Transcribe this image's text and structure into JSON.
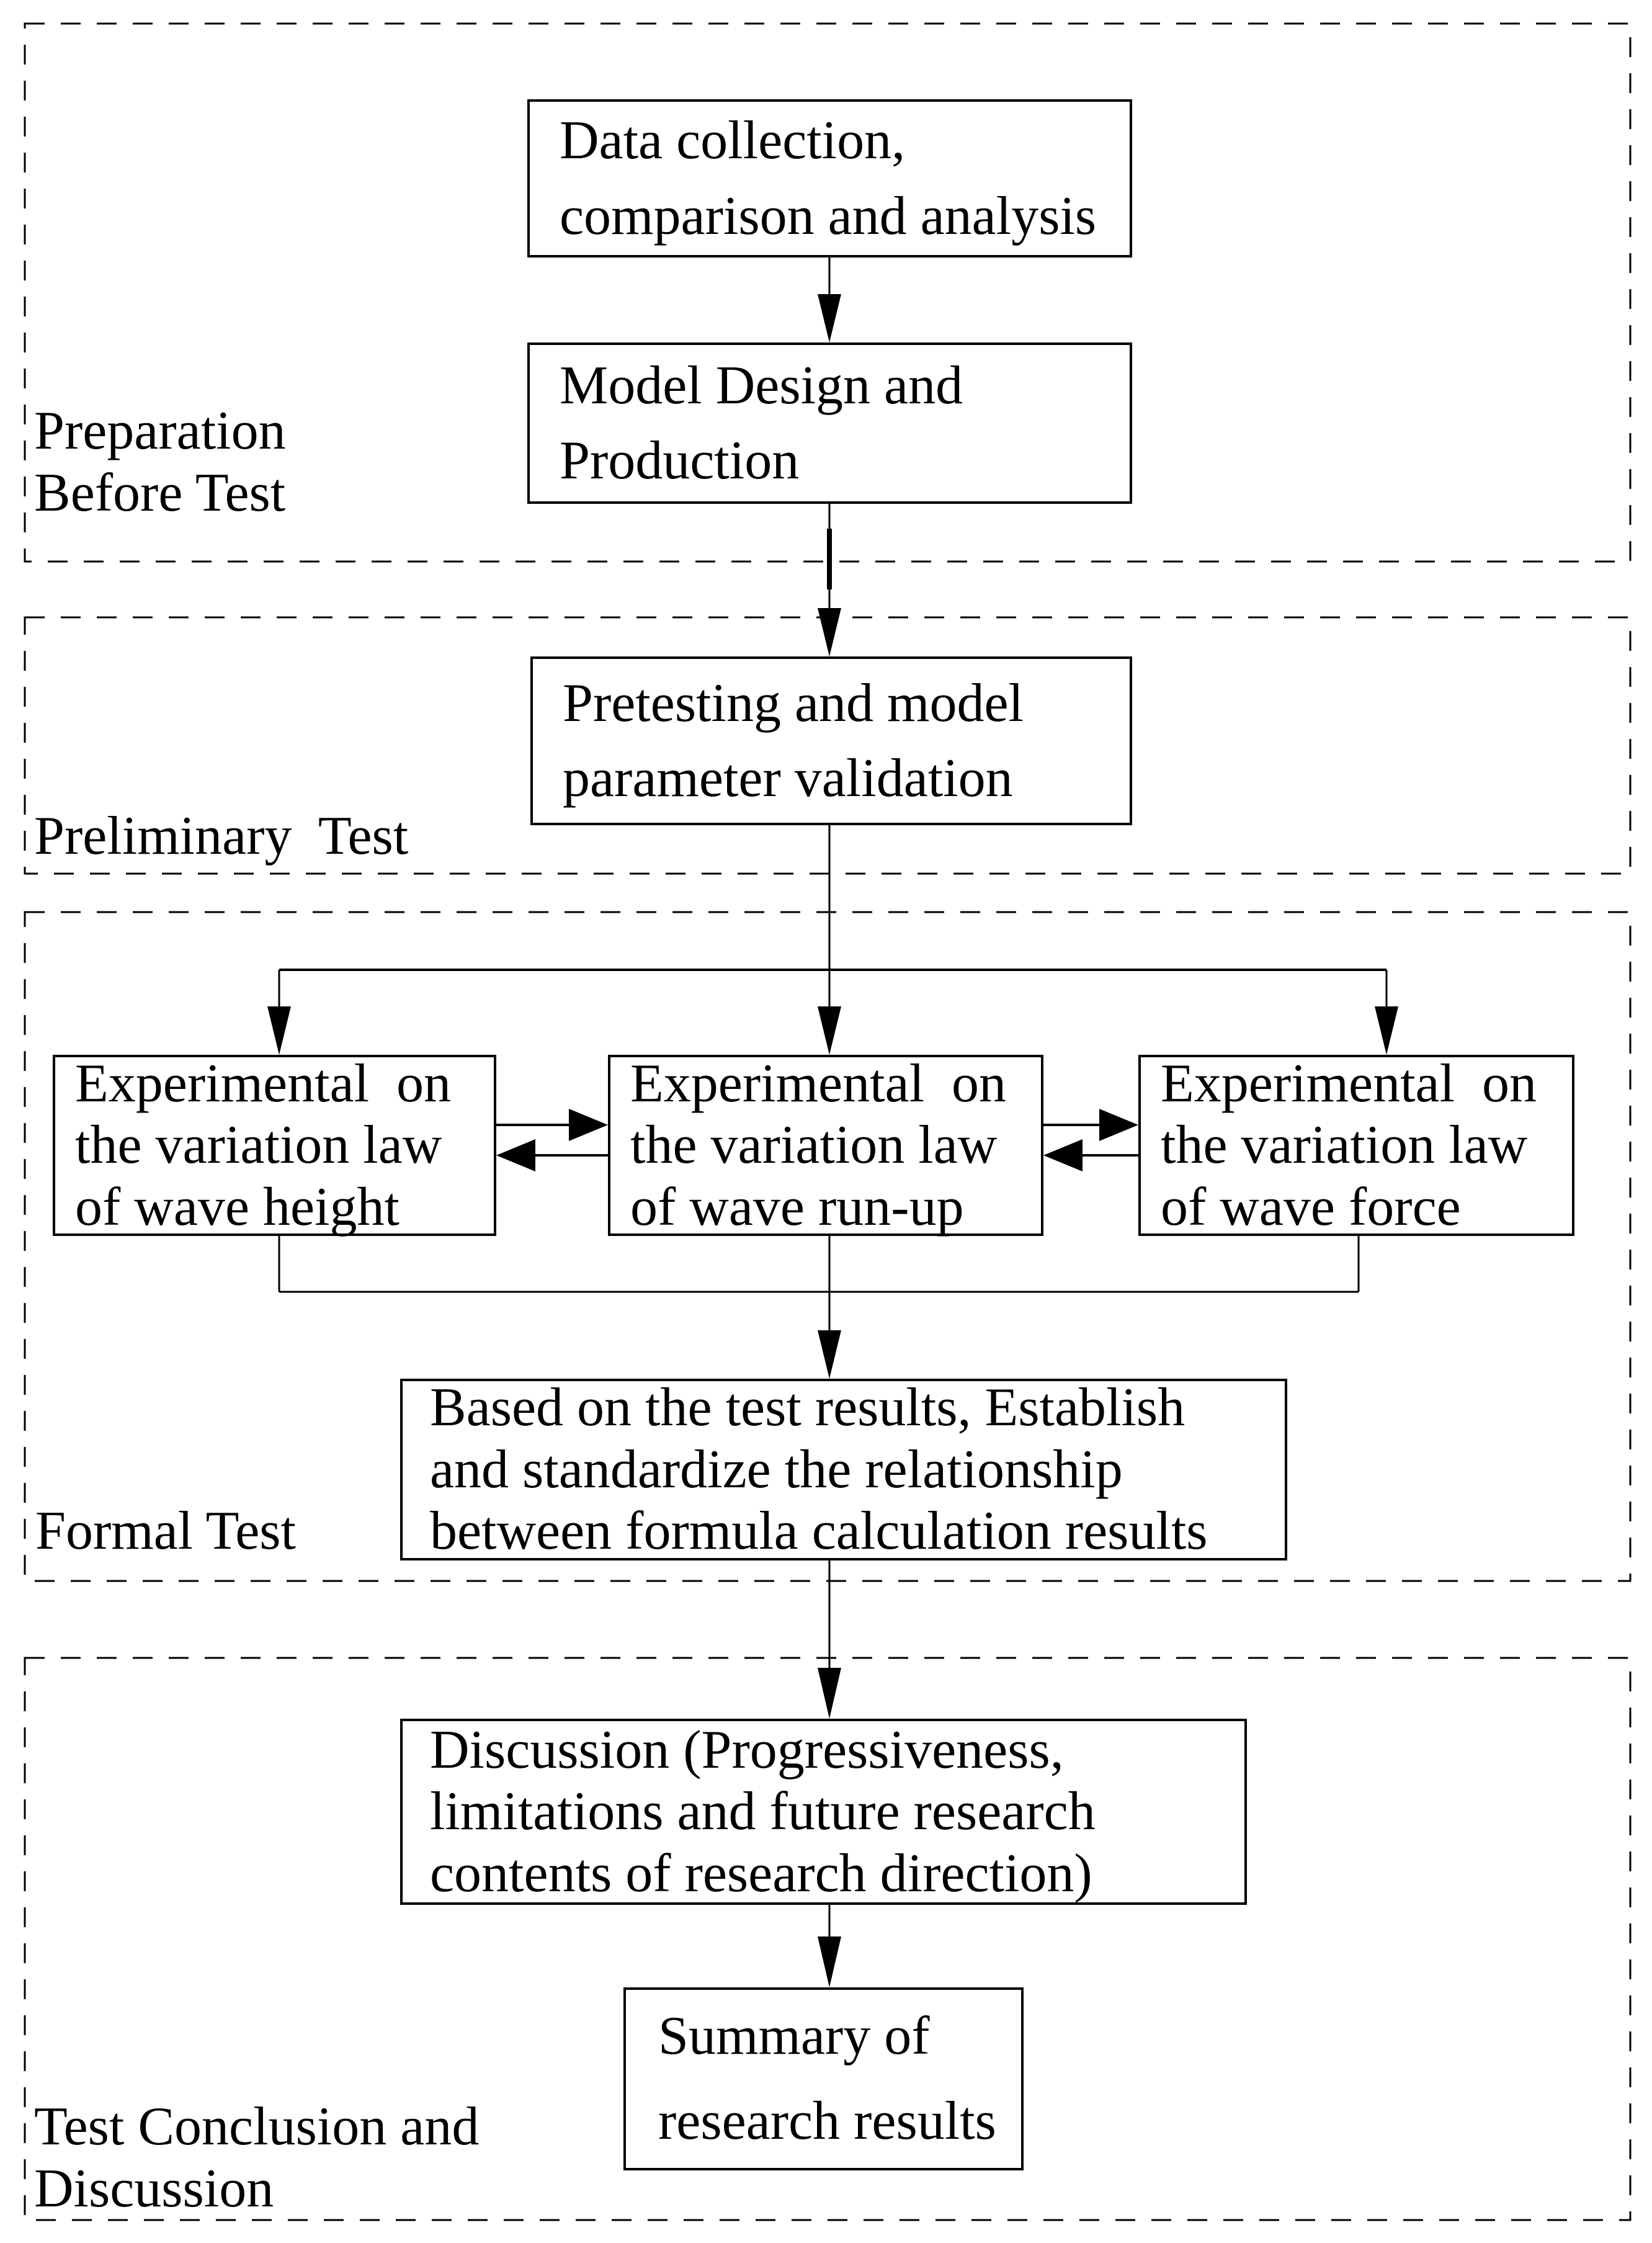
{
  "sections": [
    {
      "id": "preparation",
      "label": "Preparation\nBefore Test"
    },
    {
      "id": "preliminary",
      "label": "Preliminary  Test"
    },
    {
      "id": "formal",
      "label": "Formal Test"
    },
    {
      "id": "conclusion",
      "label": "Test Conclusion and\nDiscussion"
    }
  ],
  "nodes": {
    "data_collection": {
      "label": "Data collection,\ncomparison and analysis"
    },
    "model_design": {
      "label": "Model Design and\nProduction"
    },
    "pretesting": {
      "label": "Pretesting and model\nparameter validation"
    },
    "wave_height": {
      "label": "Experimental  on\nthe variation law\nof wave height"
    },
    "wave_runup": {
      "label": "Experimental  on\nthe variation law\nof wave run-up"
    },
    "wave_force": {
      "label": "Experimental  on\nthe variation law\nof wave force"
    },
    "establish": {
      "label": "Based on the test results, Establish\nand standardize the relationship\nbetween formula calculation results"
    },
    "discussion": {
      "label": "Discussion (Progressiveness,\nlimitations and future research\ncontents of research direction)"
    },
    "summary": {
      "label": "Summary of\nresearch results"
    }
  },
  "colors": {
    "stroke": "#000000",
    "background": "#ffffff"
  }
}
